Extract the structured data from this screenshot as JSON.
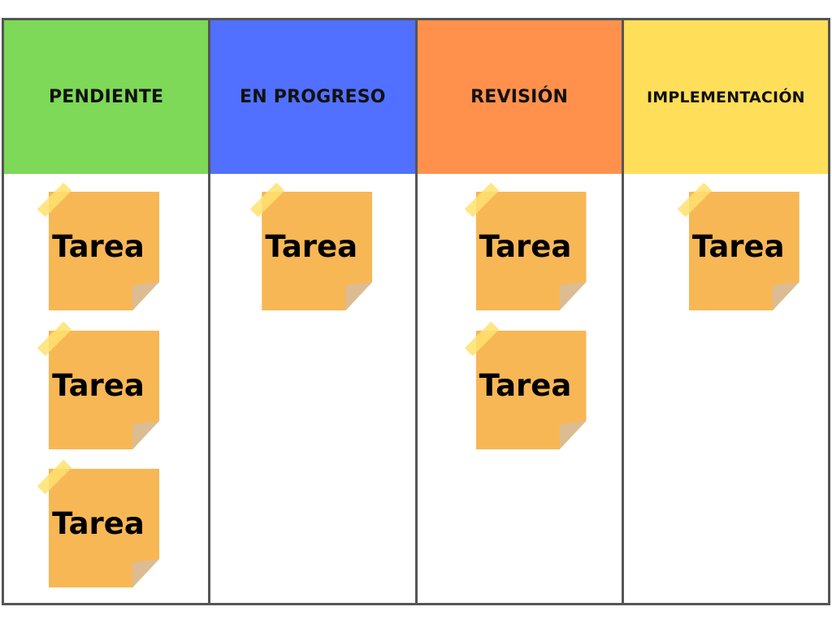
{
  "board": {
    "columns": [
      {
        "title": "PENDIENTE",
        "color": "#7dd957",
        "tasks": [
          "Tarea",
          "Tarea",
          "Tarea"
        ]
      },
      {
        "title": "EN PROGRESO",
        "color": "#5170ff",
        "tasks": [
          "Tarea"
        ]
      },
      {
        "title": "REVISIÓN",
        "color": "#ff914d",
        "tasks": [
          "Tarea",
          "Tarea"
        ]
      },
      {
        "title": "IMPLEMENTACIÓN",
        "color": "#ffde59",
        "tasks": [
          "Tarea"
        ]
      }
    ]
  },
  "note_colors": {
    "paper": "#f8b755",
    "curl": "#dcbc92",
    "tape": "#ffe26e"
  },
  "icons": [
    "sticky-note-icon",
    "tape-icon"
  ]
}
